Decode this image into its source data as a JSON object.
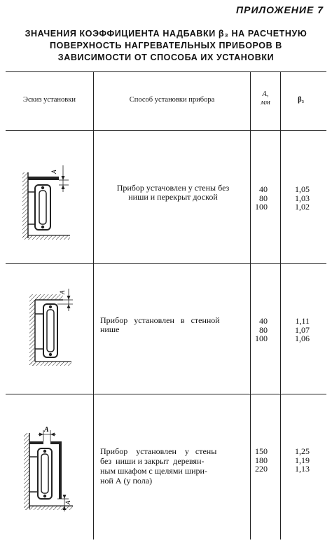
{
  "appendix": "ПРИЛОЖЕНИЕ 7",
  "title": {
    "line1": "ЗНАЧЕНИЯ КОЭФФИЦИЕНТА НАДБАВКИ β₃ НА РАСЧЕТНУЮ",
    "line2": "ПОВЕРХНОСТЬ НАГРЕВАТЕЛЬНЫХ ПРИБОРОВ В",
    "line3": "ЗАВИСИМОСТИ ОТ СПОСОБА ИХ УСТАНОВКИ"
  },
  "table": {
    "headers": {
      "sketch": "Эскиз установки",
      "method": "Способ установки прибора",
      "a_label": "А,",
      "a_unit": "мм",
      "beta": "β₃"
    },
    "rows": [
      {
        "desc_line1": "Прибор устачовлен у стены без",
        "desc_line2": "ниши и перекрыт доской",
        "a": [
          "40",
          "80",
          "100"
        ],
        "beta": [
          "1,05",
          "1,03",
          "1,02"
        ]
      },
      {
        "desc_line1": "Прибор   установлен   в   стенной",
        "desc_line2": "нише",
        "a": [
          "40",
          "80",
          "100"
        ],
        "beta": [
          "1,11",
          "1,07",
          "1,06"
        ]
      },
      {
        "desc_line1": "Прибор    установлен    у   стены",
        "desc_line2": "без  ниши и закрыт  деревян-",
        "desc_line3": "ным шкафом с щелями шири-",
        "desc_line4": "ной А (у пола)",
        "a": [
          "150",
          "180",
          "220"
        ],
        "beta": [
          "1,25",
          "1,19",
          "1,13"
        ]
      }
    ]
  },
  "sketch_letter": "А"
}
